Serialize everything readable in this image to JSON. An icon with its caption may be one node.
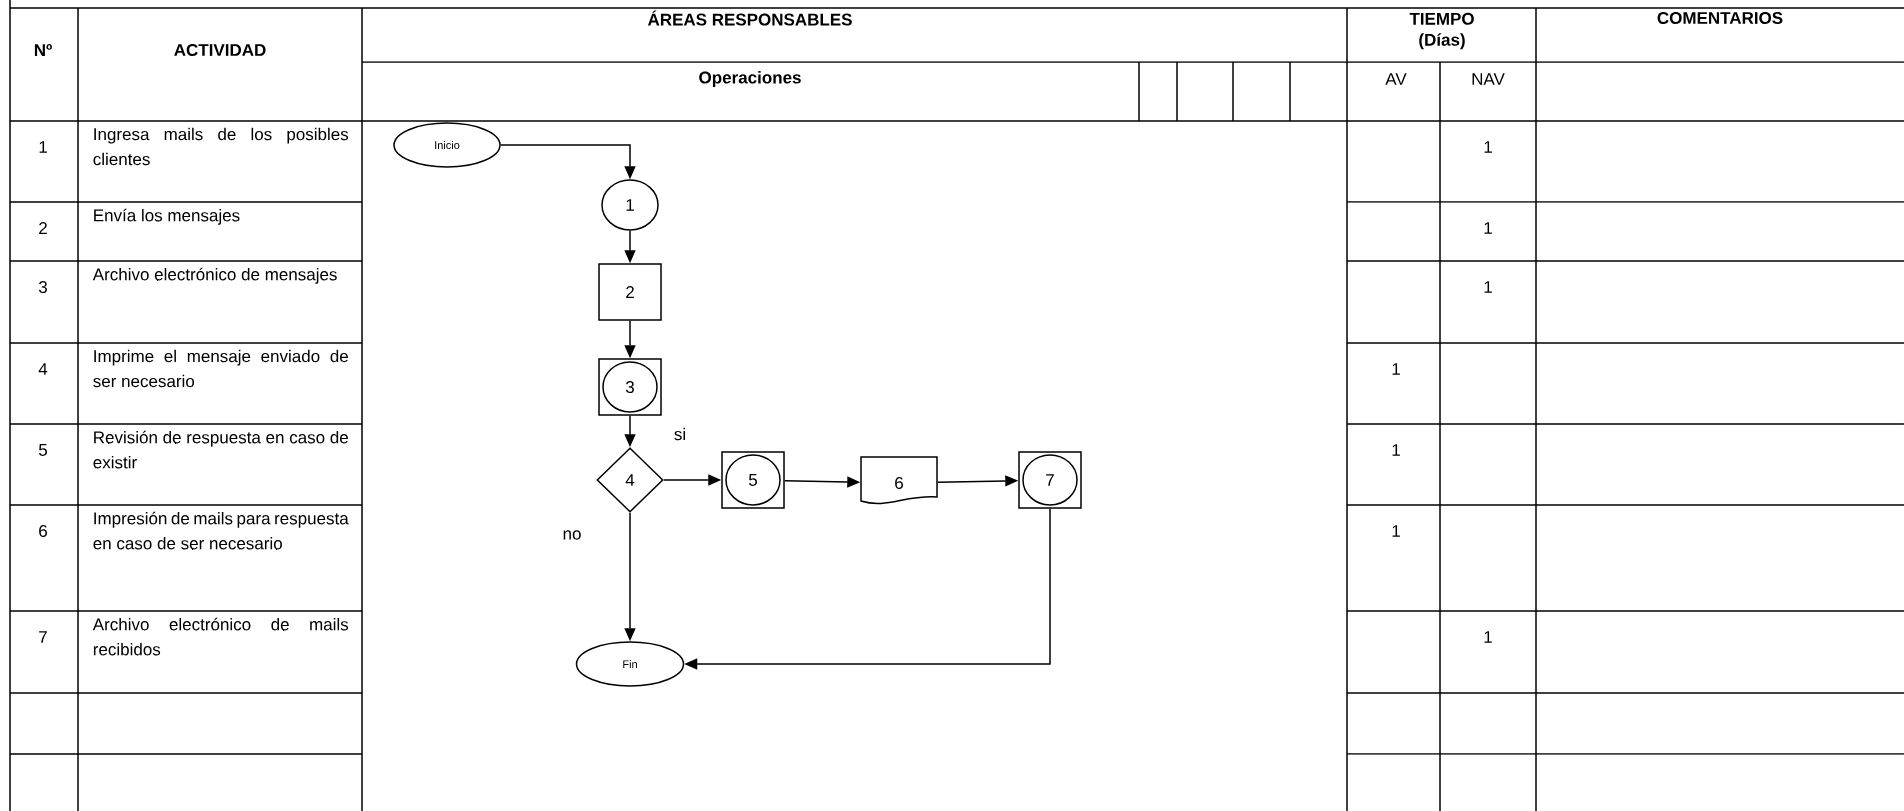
{
  "diagram": {
    "nodes": [
      {
        "text": [
          "Inicio"
        ]
      },
      {
        "text": [
          "1"
        ]
      },
      {
        "text": [
          "2"
        ]
      },
      {
        "text": [
          "3"
        ]
      },
      {
        "text": [
          "4"
        ]
      },
      {
        "text": [
          "5"
        ]
      },
      {
        "text": [
          "6"
        ]
      },
      {
        "text": [
          "7"
        ]
      },
      {
        "text": [
          "Fin"
        ]
      }
    ],
    "edges": [
      {
        "from": 0,
        "to": 1,
        "arrow": "to"
      },
      {
        "from": 1,
        "to": 2,
        "arrow": "to"
      },
      {
        "from": 2,
        "to": 3,
        "arrow": "to"
      },
      {
        "from": 3,
        "to": 4,
        "arrow": "to"
      },
      {
        "from": 4,
        "to": 5,
        "arrow": "to",
        "label": "si"
      },
      {
        "from": 5,
        "to": 6,
        "arrow": "to"
      },
      {
        "from": 6,
        "to": 7,
        "arrow": "to"
      },
      {
        "from": 4,
        "to": 8,
        "arrow": "to",
        "label": "no"
      },
      {
        "from": 7,
        "to": 8,
        "arrow": "to"
      }
    ],
    "labels": [
      "Nº",
      "ACTIVIDAD",
      "ÁREAS RESPONSABLES",
      "TIEMPO (Días)",
      "COMENTARIOS",
      "Operaciones",
      "AV",
      "NAV",
      "1",
      "Ingresa mails de los posibles clientes",
      "1",
      "2",
      "Envía los mensajes",
      "1",
      "3",
      "Archivo electrónico de mensajes",
      "1",
      "4",
      "Imprime el mensaje enviado de ser necesario",
      "1",
      "5",
      "Revisión de respuesta en caso de existir",
      "1",
      "6",
      "Impresión de mails para respuesta en caso de ser necesario",
      "1",
      "7",
      "Archivo electrónico de mails recibidos",
      "1"
    ]
  }
}
